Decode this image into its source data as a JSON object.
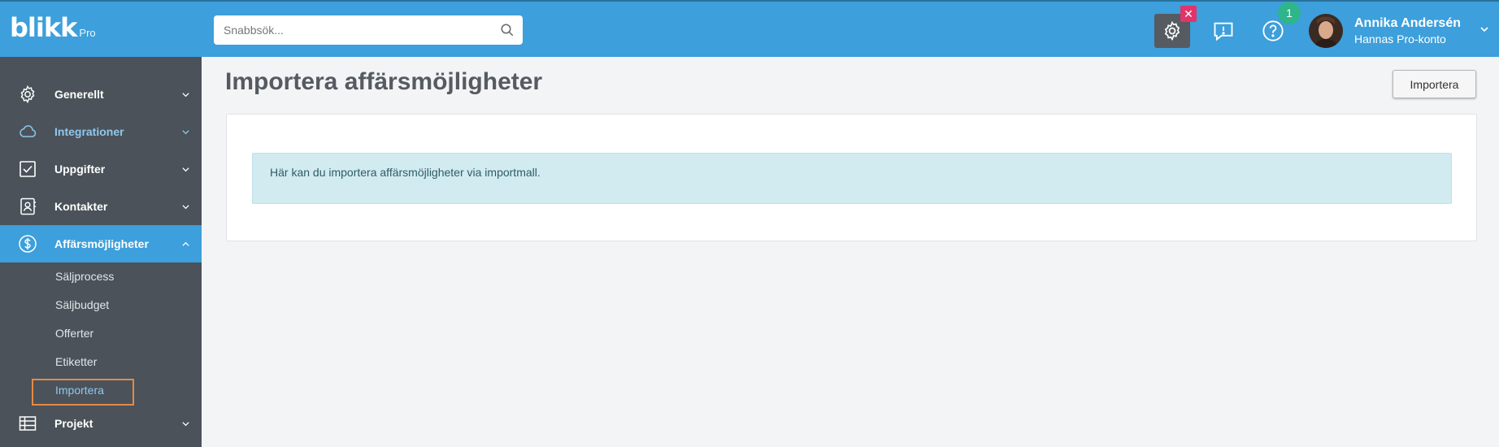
{
  "header": {
    "logo": "blikk",
    "logo_sub": "Pro",
    "search": {
      "placeholder": "Snabbsök..."
    },
    "settings_badge": "✕",
    "help_badge": "1",
    "user": {
      "name": "Annika Andersén",
      "account": "Hannas Pro-konto"
    }
  },
  "sidebar": {
    "items": [
      {
        "label": "Generellt",
        "icon": "gear-icon"
      },
      {
        "label": "Integrationer",
        "icon": "cloud-icon"
      },
      {
        "label": "Uppgifter",
        "icon": "checkbox-icon"
      },
      {
        "label": "Kontakter",
        "icon": "contact-card-icon"
      },
      {
        "label": "Affärsmöjligheter",
        "icon": "dollar-circle-icon"
      },
      {
        "label": "Projekt",
        "icon": "table-icon"
      }
    ],
    "subitems": [
      {
        "label": "Säljprocess"
      },
      {
        "label": "Säljbudget"
      },
      {
        "label": "Offerter"
      },
      {
        "label": "Etiketter"
      },
      {
        "label": "Importera"
      }
    ]
  },
  "main": {
    "title": "Importera affärsmöjligheter",
    "import_button": "Importera",
    "info_text": "Här kan du importera affärsmöjligheter via importmall."
  },
  "colors": {
    "header_blue": "#3d9fdb",
    "sidebar_dark": "#4b5259",
    "active_blue": "#3d9fdb",
    "info_bg": "#d2ebf0",
    "badge_red": "#e0356a",
    "badge_green": "#2fb58a",
    "highlight_orange": "#e58a47"
  }
}
